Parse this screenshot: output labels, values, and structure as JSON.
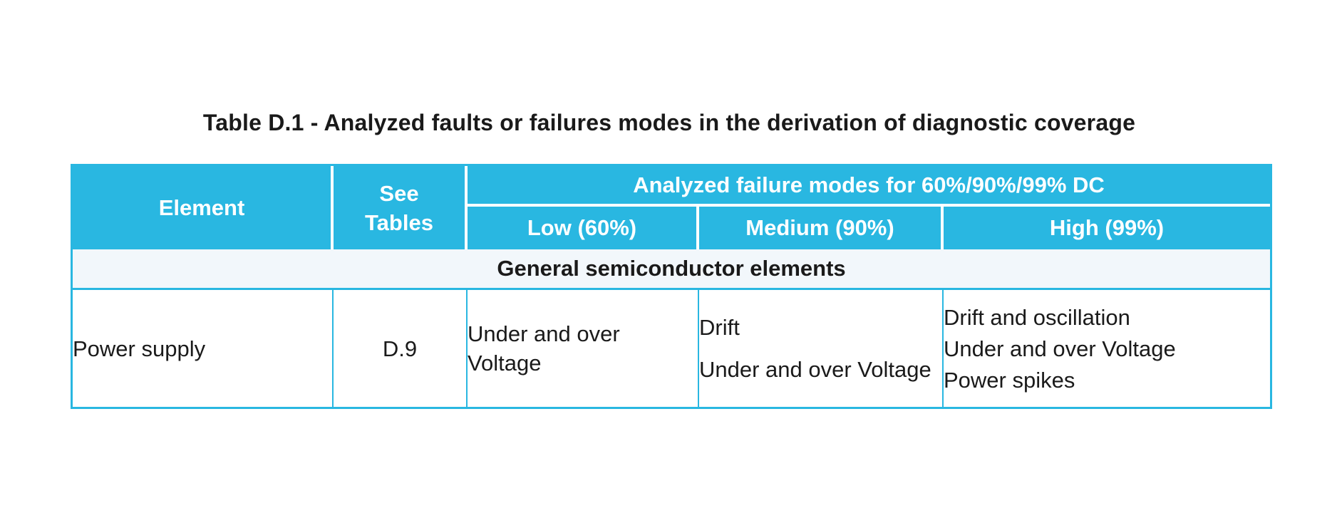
{
  "title": "Table D.1 - Analyzed faults or failures modes in the derivation of diagnostic coverage",
  "colors": {
    "header_bg": "#29b7e1",
    "header_text": "#ffffff",
    "section_row_bg": "#f2f7fb",
    "grid_lines": "#29b7e1",
    "header_divider": "#ffffff",
    "body_text": "#1a1a1a",
    "page_bg": "#ffffff"
  },
  "table": {
    "header": {
      "element": "Element",
      "see_tables_lines": [
        "See",
        "Tables"
      ],
      "analyzed_group": "Analyzed failure modes for 60%/90%/99% DC",
      "low": "Low (60%)",
      "medium": "Medium (90%)",
      "high": "High (99%)"
    },
    "section_row": "General semiconductor elements",
    "rows": [
      {
        "element": "Power supply",
        "see_tables": "D.9",
        "low": [
          "Under and over Voltage"
        ],
        "medium": [
          "Drift",
          "Under and over Voltage"
        ],
        "high": [
          "Drift and oscillation",
          "Under and over Voltage",
          "Power spikes"
        ]
      }
    ]
  }
}
